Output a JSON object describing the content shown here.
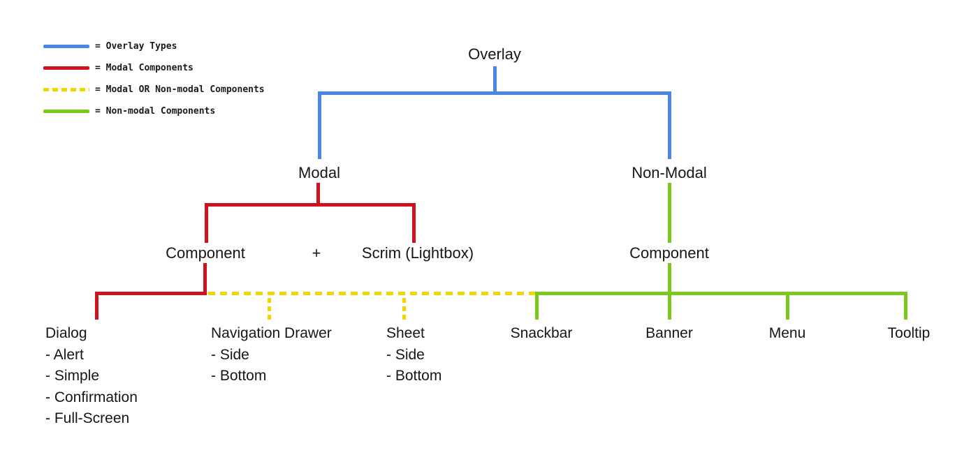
{
  "colors": {
    "overlay_types": "#4a86e8",
    "modal_components": "#d0111f",
    "modal_or_nonmodal_components": "#f2d600",
    "nonmodal_components": "#7cc91e",
    "text": "#161616"
  },
  "legend": {
    "items": [
      {
        "name": "overlay-types",
        "label": "= Overlay Types",
        "style": "solid",
        "color": "#4a86e8"
      },
      {
        "name": "modal-components",
        "label": "= Modal Components",
        "style": "solid",
        "color": "#d0111f"
      },
      {
        "name": "modal-or-nonmodal-components",
        "label": "= Modal OR Non-modal Components",
        "style": "dashed",
        "color": "#f2d600"
      },
      {
        "name": "nonmodal-components",
        "label": "= Non-modal Components",
        "style": "solid",
        "color": "#7cc91e"
      }
    ]
  },
  "tree": {
    "root": "Overlay",
    "modal": "Modal",
    "nonmodal": "Non-Modal",
    "modal_component": "Component",
    "plus_operator": "+",
    "scrim": "Scrim (Lightbox)",
    "nonmodal_component": "Component",
    "leaves": [
      {
        "label": "Dialog",
        "items": [
          "- Alert",
          "- Simple",
          "- Confirmation",
          "- Full-Screen"
        ]
      },
      {
        "label": "Navigation Drawer",
        "items": [
          "- Side",
          "- Bottom"
        ]
      },
      {
        "label": "Sheet",
        "items": [
          "- Side",
          "- Bottom"
        ]
      },
      {
        "label": "Snackbar",
        "items": []
      },
      {
        "label": "Banner",
        "items": []
      },
      {
        "label": "Menu",
        "items": []
      },
      {
        "label": "Tooltip",
        "items": []
      }
    ]
  }
}
